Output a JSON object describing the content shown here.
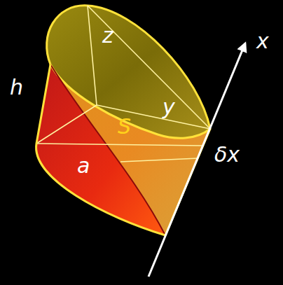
{
  "diagram": {
    "labels": [
      "z",
      "h",
      "y",
      "x",
      "S",
      "a",
      "δx"
    ]
  }
}
